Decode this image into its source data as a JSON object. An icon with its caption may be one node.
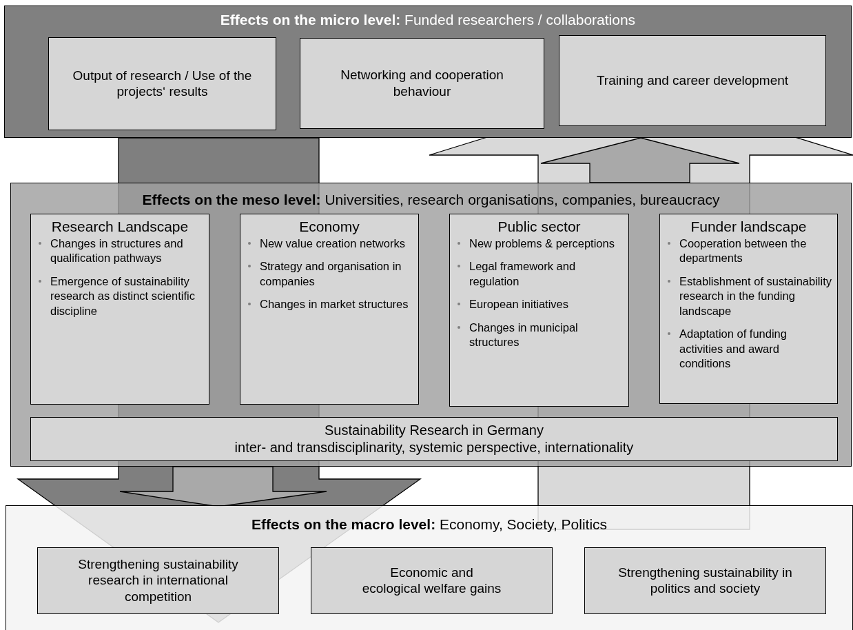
{
  "diagram": {
    "nodes": [
      {
        "text": [
          "**Effects on the micro level:** Funded researchers / collaborations"
        ]
      },
      {
        "text": [
          "Output of research / Use of the projects‘ results"
        ],
        "in": 0
      },
      {
        "text": [
          "Networking and cooperation behaviour"
        ],
        "in": 0
      },
      {
        "text": [
          "Training and career development"
        ],
        "in": 0
      },
      {
        "text": [
          "**Effects on the meso level:** Universities, research organisations, companies, bureaucracy"
        ]
      },
      {
        "text": [
          "Research Landscape",
          "Changes in structures and  qualification pathways",
          "Emergence of sustainability research as distinct scientific discipline"
        ],
        "in": 4
      },
      {
        "text": [
          "Economy",
          "New value creation networks",
          "Strategy and organisation in companies",
          "Changes in market structures"
        ],
        "in": 4
      },
      {
        "text": [
          "Public sector",
          "New problems & perceptions",
          "Legal framework and regulation",
          "European initiatives",
          "Changes in municipal structures"
        ],
        "in": 4
      },
      {
        "text": [
          "Funder landscape",
          "Cooperation between the departments",
          "Establishment of sustainability research in the funding landscape",
          "Adaptation of funding activities and award conditions"
        ],
        "in": 4
      },
      {
        "text": [
          "Sustainability Research in Germany",
          "inter- and transdisciplinarity, systemic perspective, internationality"
        ],
        "in": 4
      },
      {
        "text": [
          "**Effects on the macro level:** Economy, Society, Politics"
        ]
      },
      {
        "text": [
          "Strengthening sustainability research in international competition"
        ],
        "in": 10
      },
      {
        "text": [
          "Economic and ecological welfare gains"
        ],
        "in": 10
      },
      {
        "text": [
          "Strengthening sustainability in politics and society"
        ],
        "in": 10
      }
    ],
    "edges": [
      {
        "from": 0,
        "to": 10,
        "arrow": "to",
        "color": "#7f7f7f"
      },
      {
        "from": 4,
        "to": 10,
        "arrow": "to",
        "color": "#a9a9a9"
      },
      {
        "from": 10,
        "to": 0,
        "arrow": "to",
        "color": "#d9d9d9"
      },
      {
        "from": 4,
        "to": 0,
        "arrow": "to",
        "color": "#a9a9a9"
      }
    ]
  }
}
